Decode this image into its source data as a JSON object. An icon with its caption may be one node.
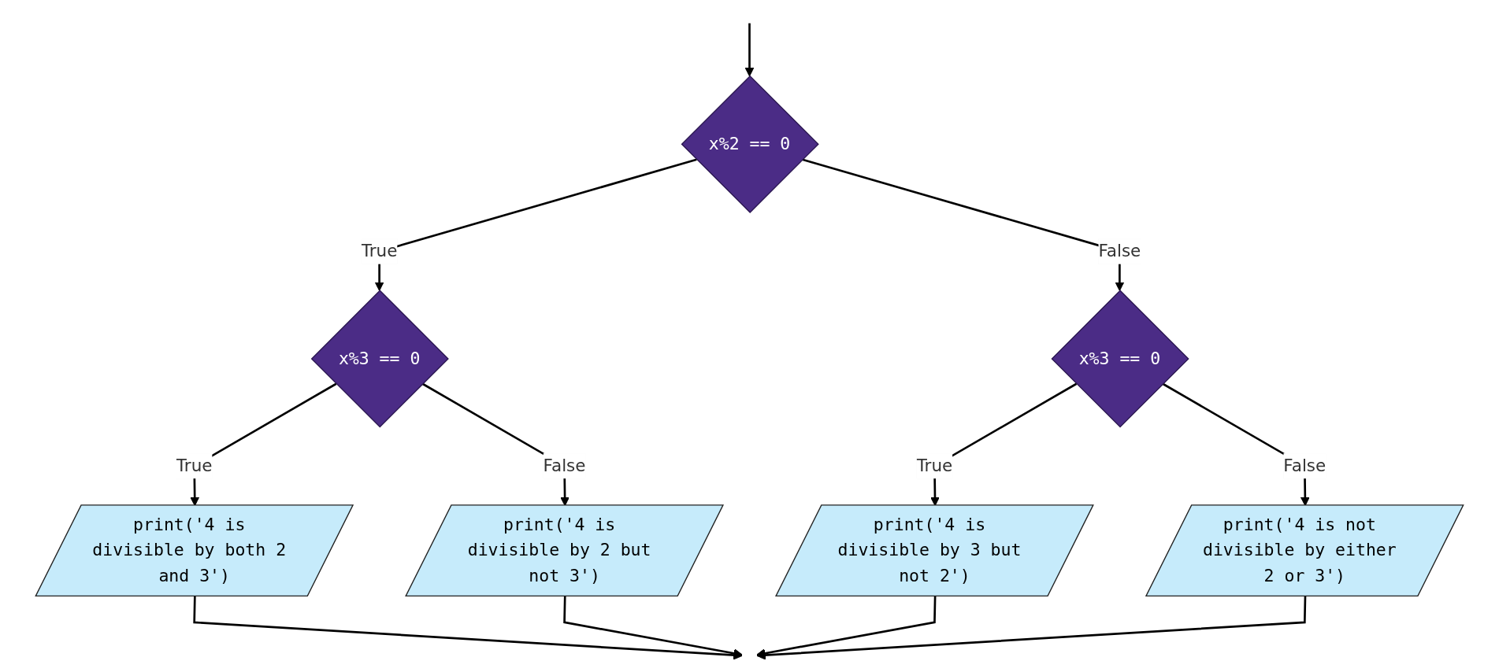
{
  "diagram": {
    "nodes": [
      {
        "text": [
          "x%2 == 0"
        ]
      },
      {
        "text": [
          "x%3 == 0"
        ]
      },
      {
        "text": [
          "x%3 == 0"
        ]
      },
      {
        "text": [
          "print('4 is divisible by 3 but not 2')"
        ]
      },
      {
        "text": [
          "print('4 is not divisible by either 2 or 3')"
        ]
      },
      {
        "text": [
          "print('4 is divisible by both 2 and 3')"
        ]
      },
      {
        "text": [
          "print('4 is divisible by 2 but not 3')"
        ]
      }
    ],
    "edges": [
      {
        "from": null,
        "to": 0,
        "arrow": "to"
      },
      {
        "from": 0,
        "to": 1,
        "arrow": "to",
        "label": "False"
      },
      {
        "from": 0,
        "to": 2,
        "arrow": "to",
        "label": "True"
      },
      {
        "from": 1,
        "to": 3,
        "arrow": "to",
        "label": "True"
      },
      {
        "from": 1,
        "to": 4,
        "arrow": "to",
        "label": "False"
      },
      {
        "from": 2,
        "to": 5,
        "arrow": "to",
        "label": "True"
      },
      {
        "from": 2,
        "to": 6,
        "arrow": "to",
        "label": "False"
      },
      {
        "from": 5,
        "to": null,
        "arrow": "to"
      },
      {
        "from": 6,
        "to": null,
        "arrow": "to"
      },
      {
        "from": 3,
        "to": null,
        "arrow": "to"
      },
      {
        "from": 4,
        "to": null,
        "arrow": "to"
      }
    ]
  }
}
